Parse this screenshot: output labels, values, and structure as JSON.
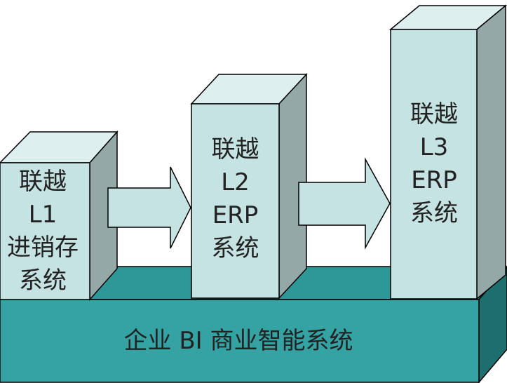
{
  "platform": {
    "label": "企业 BI 商业智能系统"
  },
  "blocks": [
    {
      "lines": [
        "联越",
        "L1",
        "进销存",
        "系统"
      ]
    },
    {
      "lines": [
        "联越",
        "L2",
        "ERP",
        "系统"
      ]
    },
    {
      "lines": [
        "联越",
        "L3",
        "ERP",
        "系统"
      ]
    }
  ],
  "colors": {
    "platform_front": "#35A3A3",
    "platform_top": "#2E9797",
    "platform_side": "#1D6F6F",
    "block_front": "#C6E3E3",
    "block_top": "#DDEFEF",
    "block_side": "#95A8A8",
    "arrow_fill": "#C6E3E3",
    "outline": "#000000"
  }
}
